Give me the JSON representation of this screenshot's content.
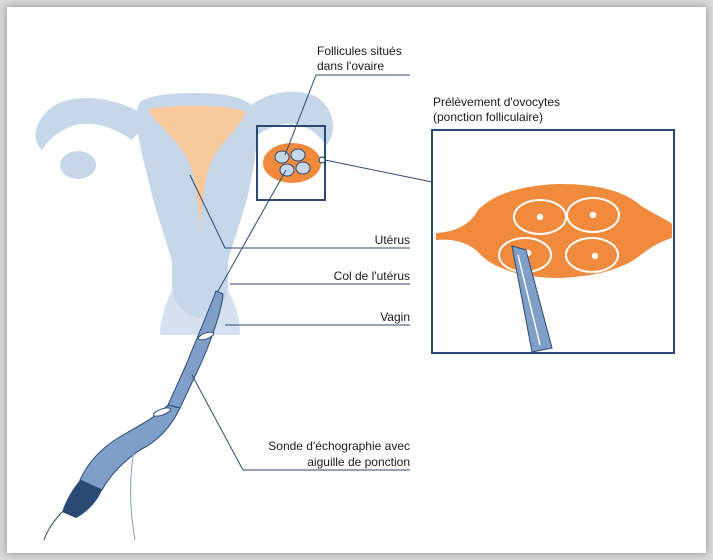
{
  "labels": {
    "follicules": [
      "Follicules situés",
      "dans l'ovaire"
    ],
    "prelevement": [
      "Prélèvement d'ovocytes",
      "(ponction folliculaire)"
    ],
    "uterus": "Utérus",
    "col": "Col de l'utérus",
    "vagin": "Vagin",
    "sonde": [
      "Sonde d'échographie avec",
      "aiguille de ponction"
    ]
  },
  "colors": {
    "organ_blue": "#c7d7ea",
    "uterus_orange": "#f7c99c",
    "ovary_orange": "#f08a3c",
    "line_navy": "#2b4a73",
    "probe_blue": "#7f9fc8"
  }
}
